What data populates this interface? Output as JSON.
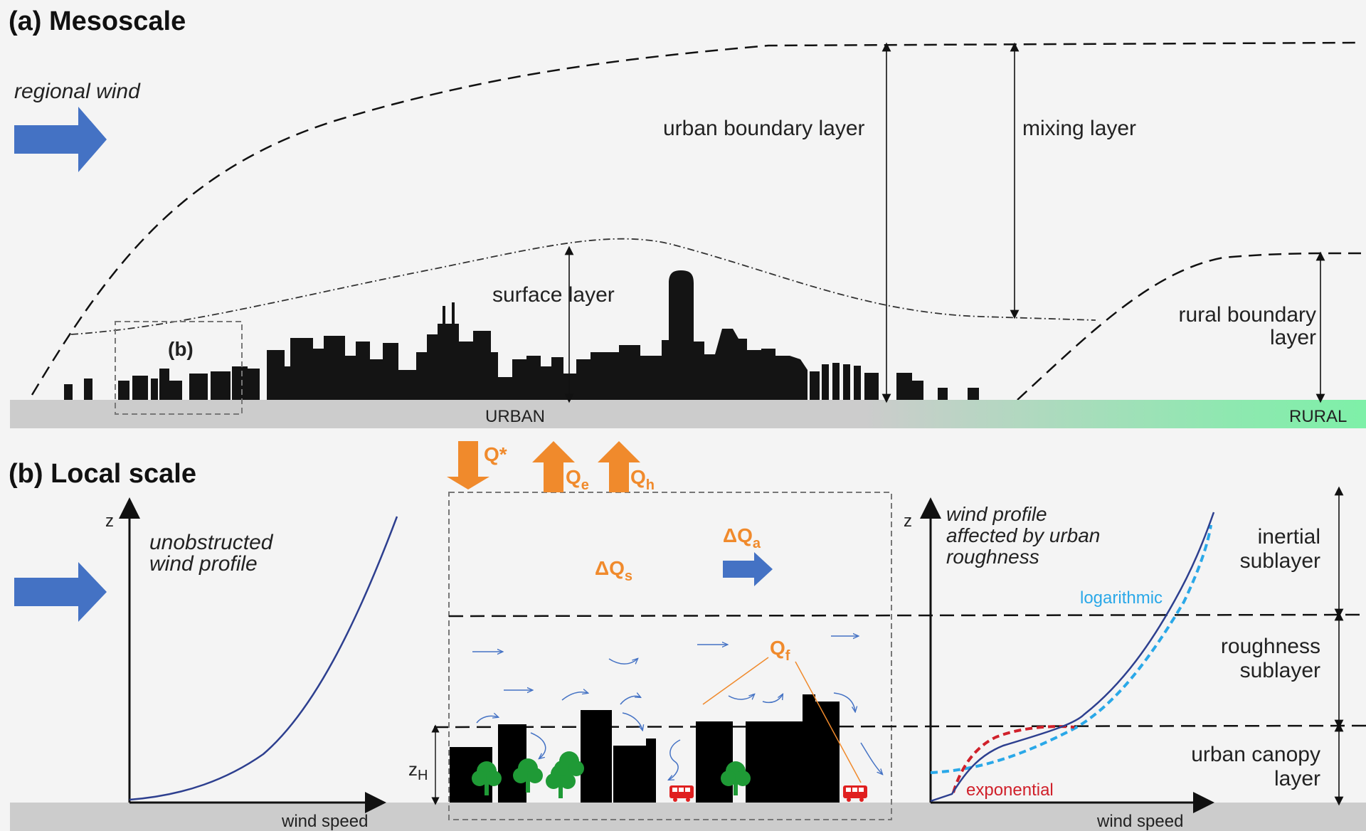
{
  "panel_a": {
    "title": "(a) Mesoscale",
    "regional_wind": "regional wind",
    "urban_boundary_layer": "urban boundary layer",
    "mixing_layer": "mixing layer",
    "surface_layer": "surface layer",
    "rural_boundary_layer_1": "rural boundary",
    "rural_boundary_layer_2": "layer",
    "inset_label": "(b)",
    "urban": "URBAN",
    "rural": "RURAL"
  },
  "panel_b": {
    "title": "(b) Local scale",
    "left_profile_1": "unobstructed",
    "left_profile_2": "wind profile",
    "z_axis": "z",
    "x_axis": "wind speed",
    "q_star": "Q*",
    "q_e": "Q",
    "q_e_sub": "e",
    "q_h": "Q",
    "q_h_sub": "h",
    "dq_s": "ΔQ",
    "dq_s_sub": "s",
    "dq_a": "ΔQ",
    "dq_a_sub": "a",
    "q_f": "Q",
    "q_f_sub": "f",
    "z_h": "z",
    "z_h_sub": "H",
    "right_profile_1": "wind profile",
    "right_profile_2": "affected by urban",
    "right_profile_3": "roughness",
    "logarithmic": "logarithmic",
    "exponential": "exponential",
    "inertial_1": "inertial",
    "inertial_2": "sublayer",
    "roughness_1": "roughness",
    "roughness_2": "sublayer",
    "canopy_1": "urban canopy",
    "canopy_2": "layer"
  },
  "colors": {
    "arrow_blue": "#4472c4",
    "flux_orange": "#f08a2c",
    "ground_gray": "#cccccc",
    "rural_green": "#7ef0a8",
    "profile_blue": "#2d3f8f",
    "log_cyan": "#2aa8e8",
    "exp_red": "#d0202a"
  }
}
